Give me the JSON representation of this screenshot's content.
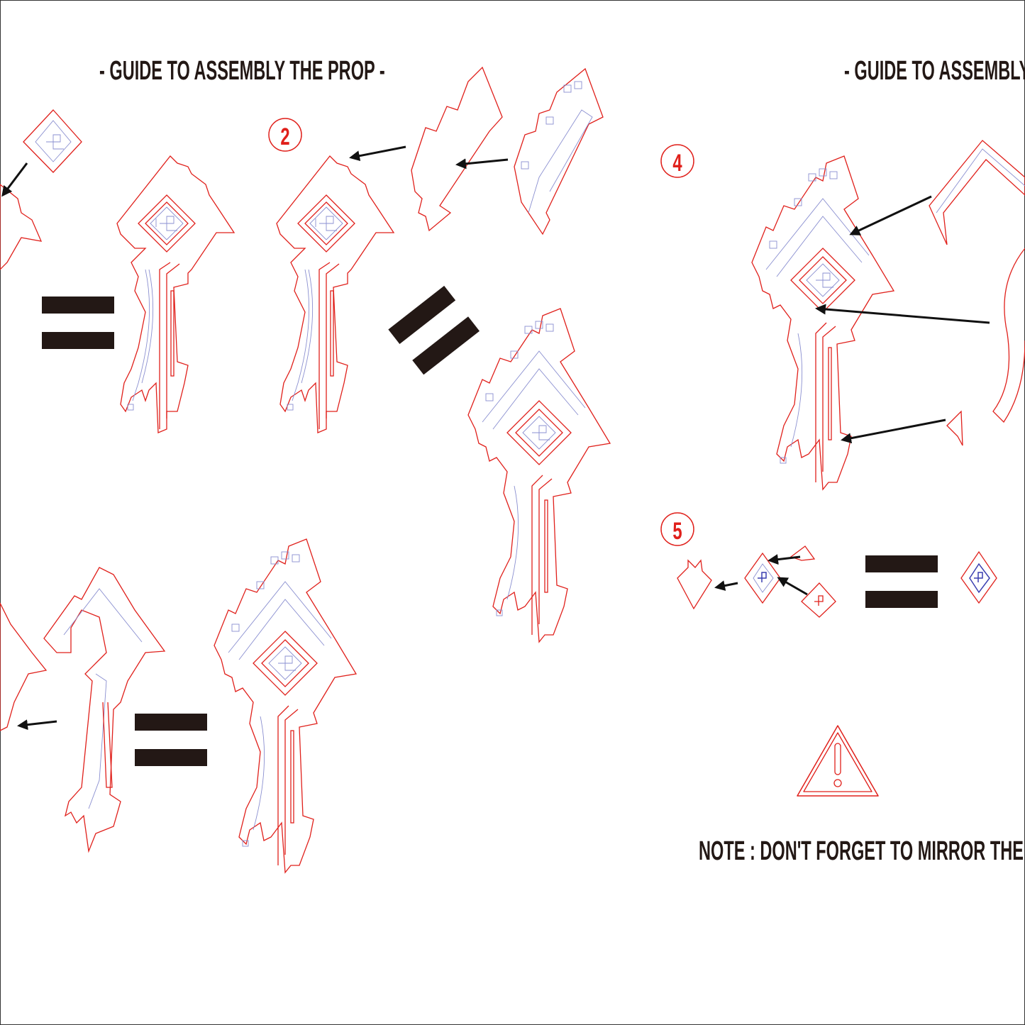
{
  "titles": {
    "left": "- GUIDE TO ASSEMBLY THE PROP -",
    "right": "- GUIDE TO ASSEMBLY THE PROP -"
  },
  "steps": [
    {
      "number": "2"
    },
    {
      "number": "4"
    },
    {
      "number": "5"
    }
  ],
  "note": "NOTE : DON'T FORGET TO MIRROR THE",
  "colors": {
    "outline": "#e0201b",
    "detail": "#8a8fd0",
    "ink": "#231815"
  }
}
